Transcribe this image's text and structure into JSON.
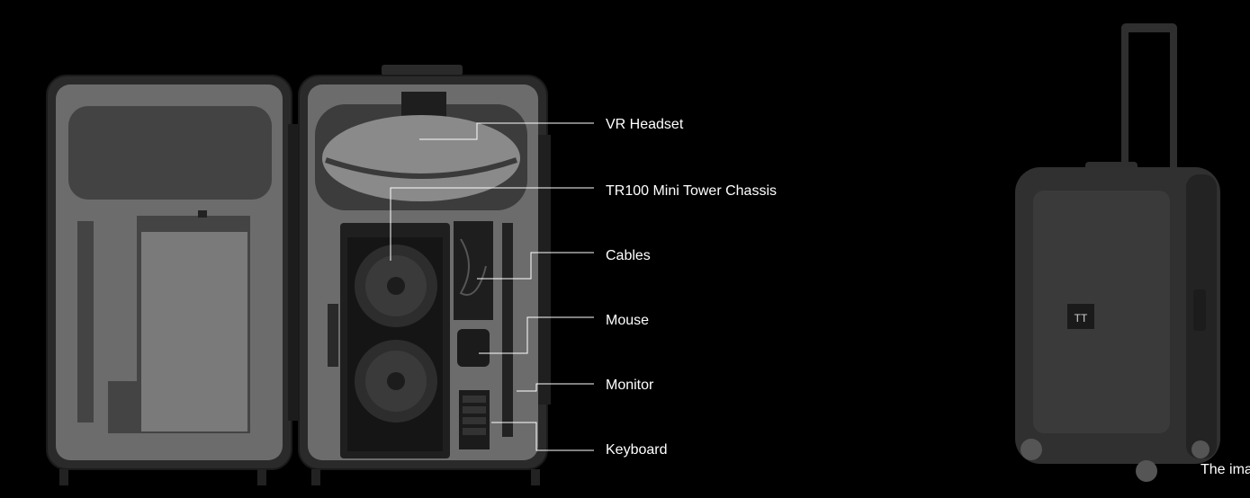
{
  "callouts": [
    {
      "label": "VR Headset"
    },
    {
      "label": "TR100 Mini Tower Chassis"
    },
    {
      "label": "Cables"
    },
    {
      "label": "Mouse"
    },
    {
      "label": "Monitor"
    },
    {
      "label": "Keyboard"
    }
  ],
  "caption": "The ima",
  "brand_mark": "TT",
  "colors": {
    "background": "#000000",
    "foam": "#6e6e6e",
    "shell": "#2b2b2b",
    "line": "#ffffff"
  }
}
